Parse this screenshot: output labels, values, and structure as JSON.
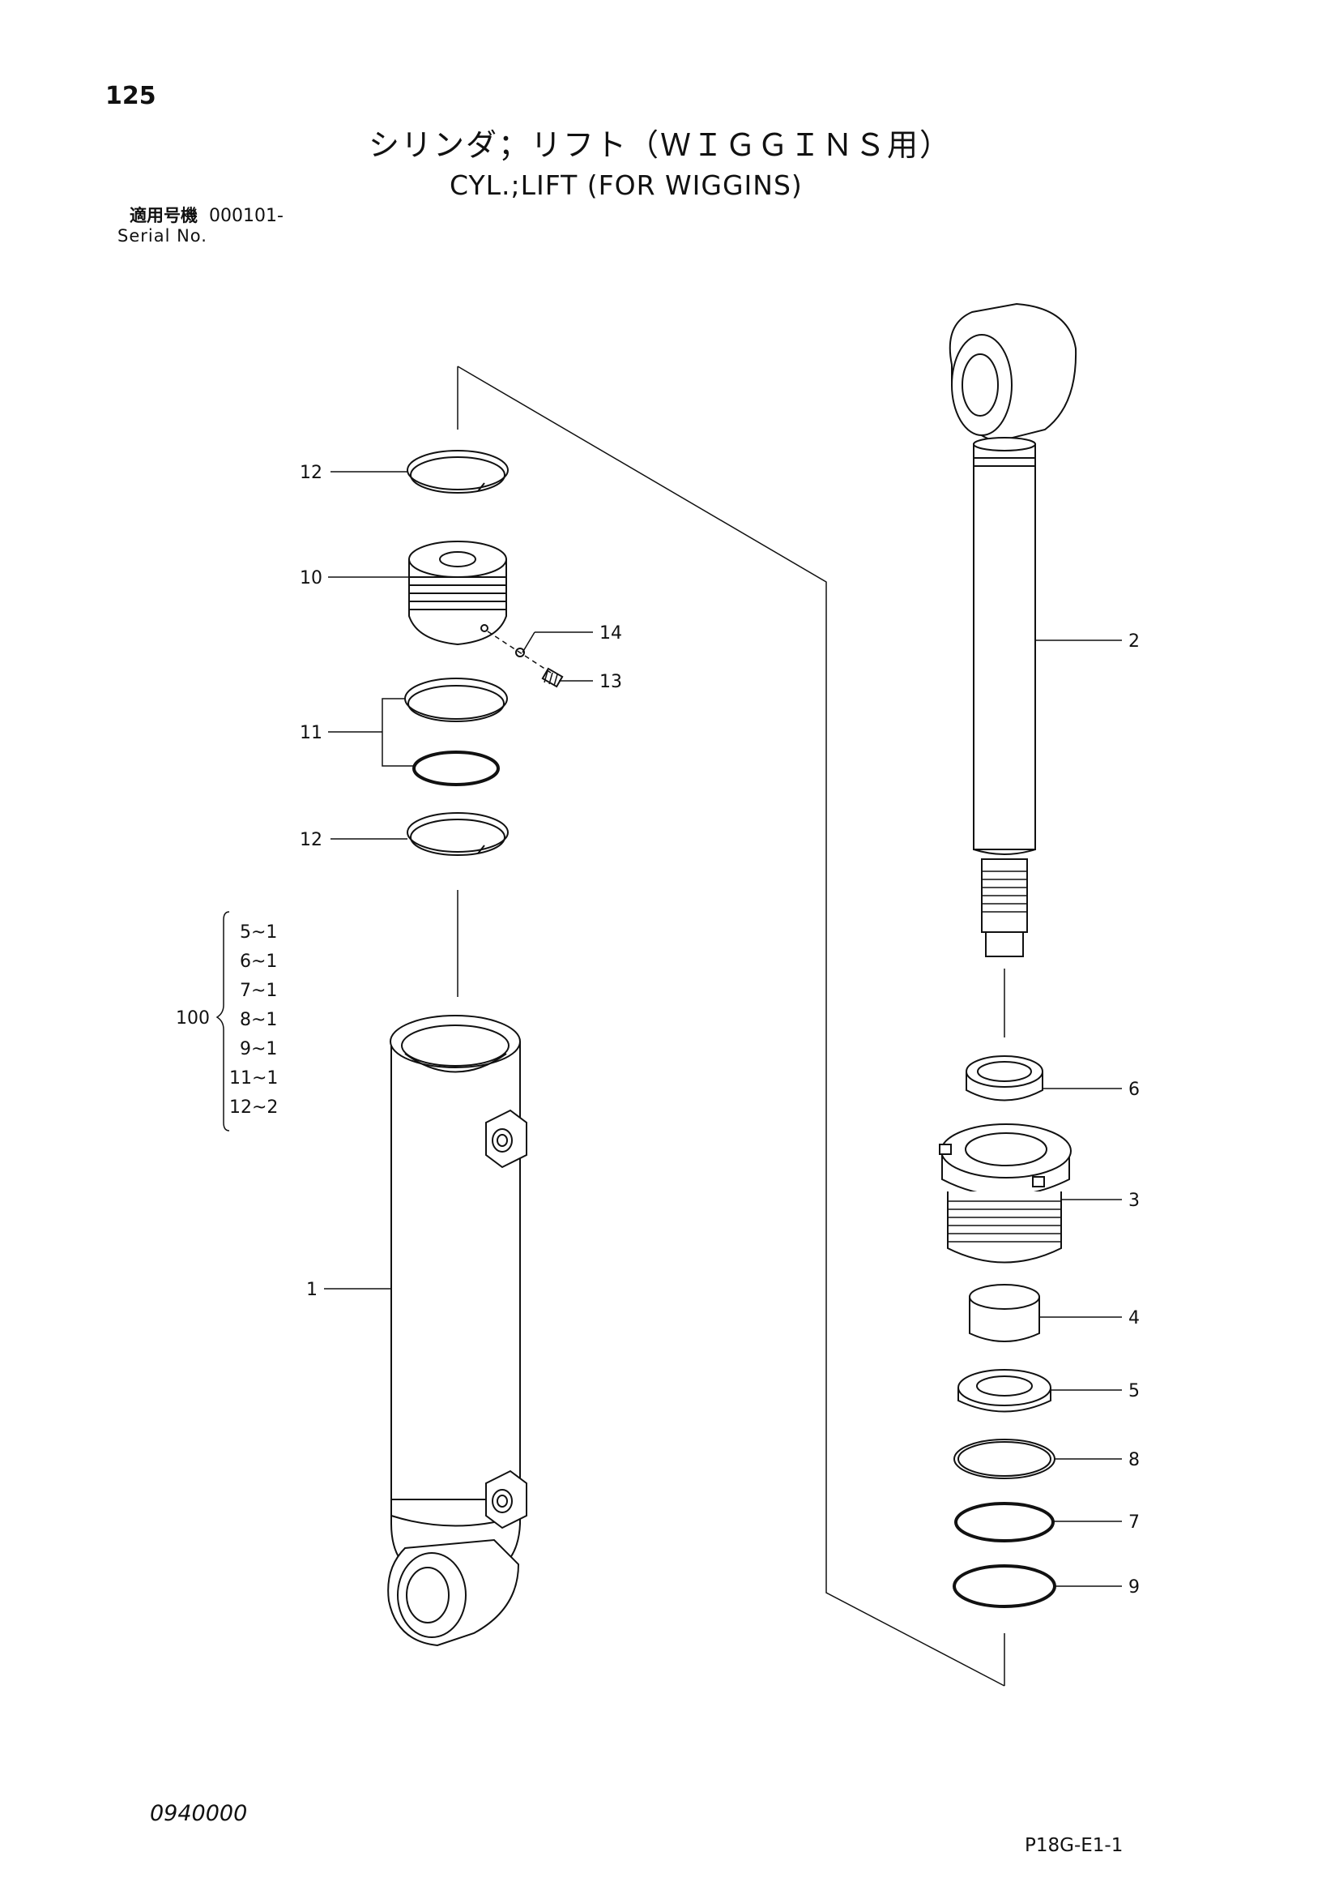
{
  "header": {
    "page_number": "125",
    "title_jp": "シリンダ；リフト（ＷＩＧＧＩＮＳ用）",
    "title_en": "CYL.;LIFT (FOR WIGGINS)",
    "serial_label_jp": "適用号機",
    "serial_value": "000101-",
    "serial_label_en": "Serial No."
  },
  "callouts": {
    "c1": "1",
    "c2": "2",
    "c3": "3",
    "c4": "4",
    "c5": "5",
    "c6": "6",
    "c7": "7",
    "c8": "8",
    "c9": "9",
    "c10": "10",
    "c11": "11",
    "c12a": "12",
    "c12b": "12",
    "c13": "13",
    "c14": "14"
  },
  "kit": {
    "number": "100",
    "items": [
      "5~1",
      "6~1",
      "7~1",
      "8~1",
      "9~1",
      "11~1",
      "12~2"
    ]
  },
  "footer": {
    "doc_code": "0940000",
    "sheet_code": "P18G-E1-1"
  }
}
